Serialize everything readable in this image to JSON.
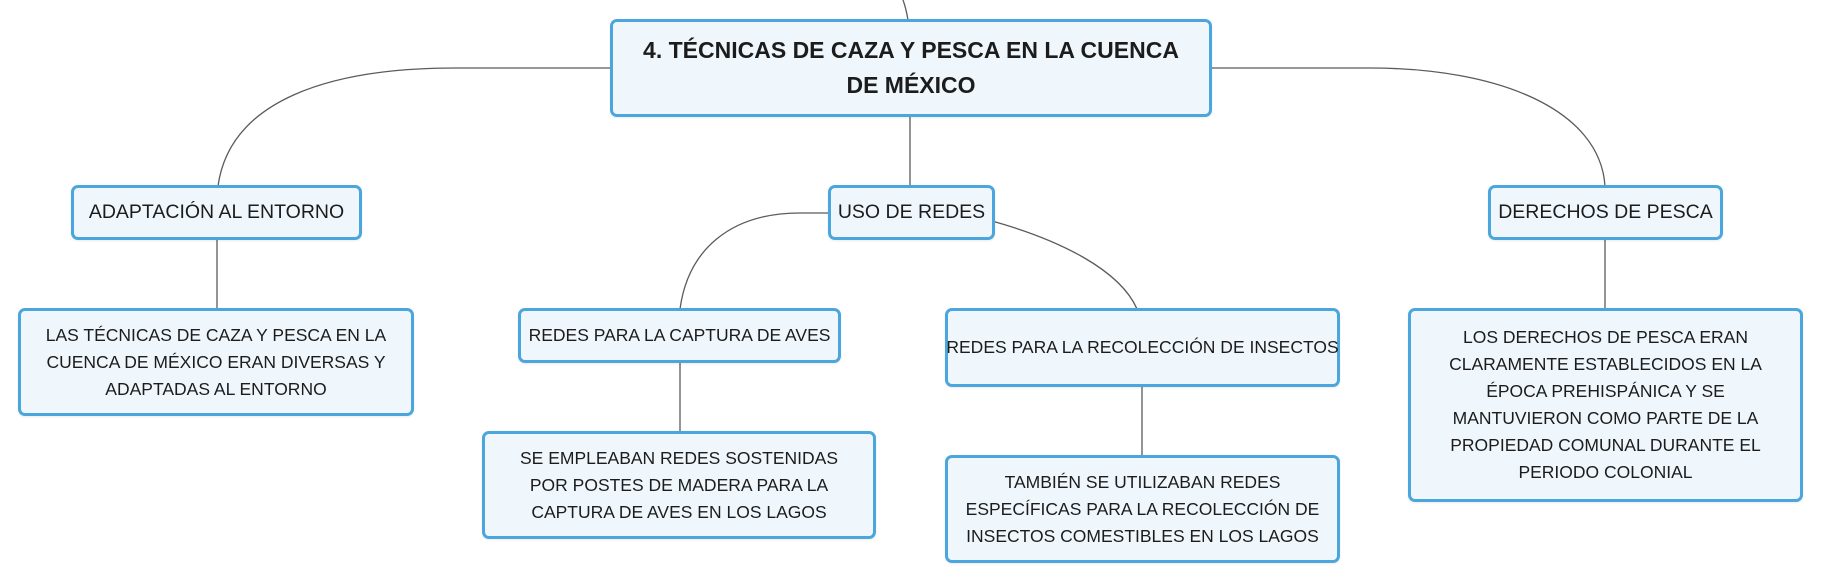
{
  "colors": {
    "node_fill": "#eff7fd",
    "node_border": "#4aa6dc",
    "link": "#5b5b5b"
  },
  "root": {
    "label": "4. TÉCNICAS DE CAZA Y PESCA EN LA CUENCA DE MÉXICO"
  },
  "branches": [
    {
      "label": "ADAPTACIÓN AL ENTORNO",
      "children": [
        {
          "label": "LAS TÉCNICAS DE CAZA Y PESCA EN LA CUENCA DE MÉXICO ERAN DIVERSAS Y ADAPTADAS AL ENTORNO"
        }
      ]
    },
    {
      "label": "USO DE REDES",
      "children": [
        {
          "label": "REDES PARA LA CAPTURA DE AVES",
          "children": [
            {
              "label": "SE EMPLEABAN REDES SOSTENIDAS POR POSTES DE MADERA PARA LA CAPTURA DE AVES EN LOS LAGOS"
            }
          ]
        },
        {
          "label": "REDES PARA LA RECOLECCIÓN DE INSECTOS",
          "children": [
            {
              "label": "TAMBIÉN SE UTILIZABAN REDES ESPECÍFICAS PARA LA RECOLECCIÓN DE INSECTOS COMESTIBLES EN LOS LAGOS"
            }
          ]
        }
      ]
    },
    {
      "label": "DERECHOS DE PESCA",
      "children": [
        {
          "label": "LOS DERECHOS DE PESCA ERAN CLARAMENTE ESTABLECIDOS EN LA ÉPOCA PREHISPÁNICA Y SE MANTUVIERON COMO PARTE DE LA PROPIEDAD COMUNAL DURANTE EL PERIODO COLONIAL"
        }
      ]
    }
  ]
}
